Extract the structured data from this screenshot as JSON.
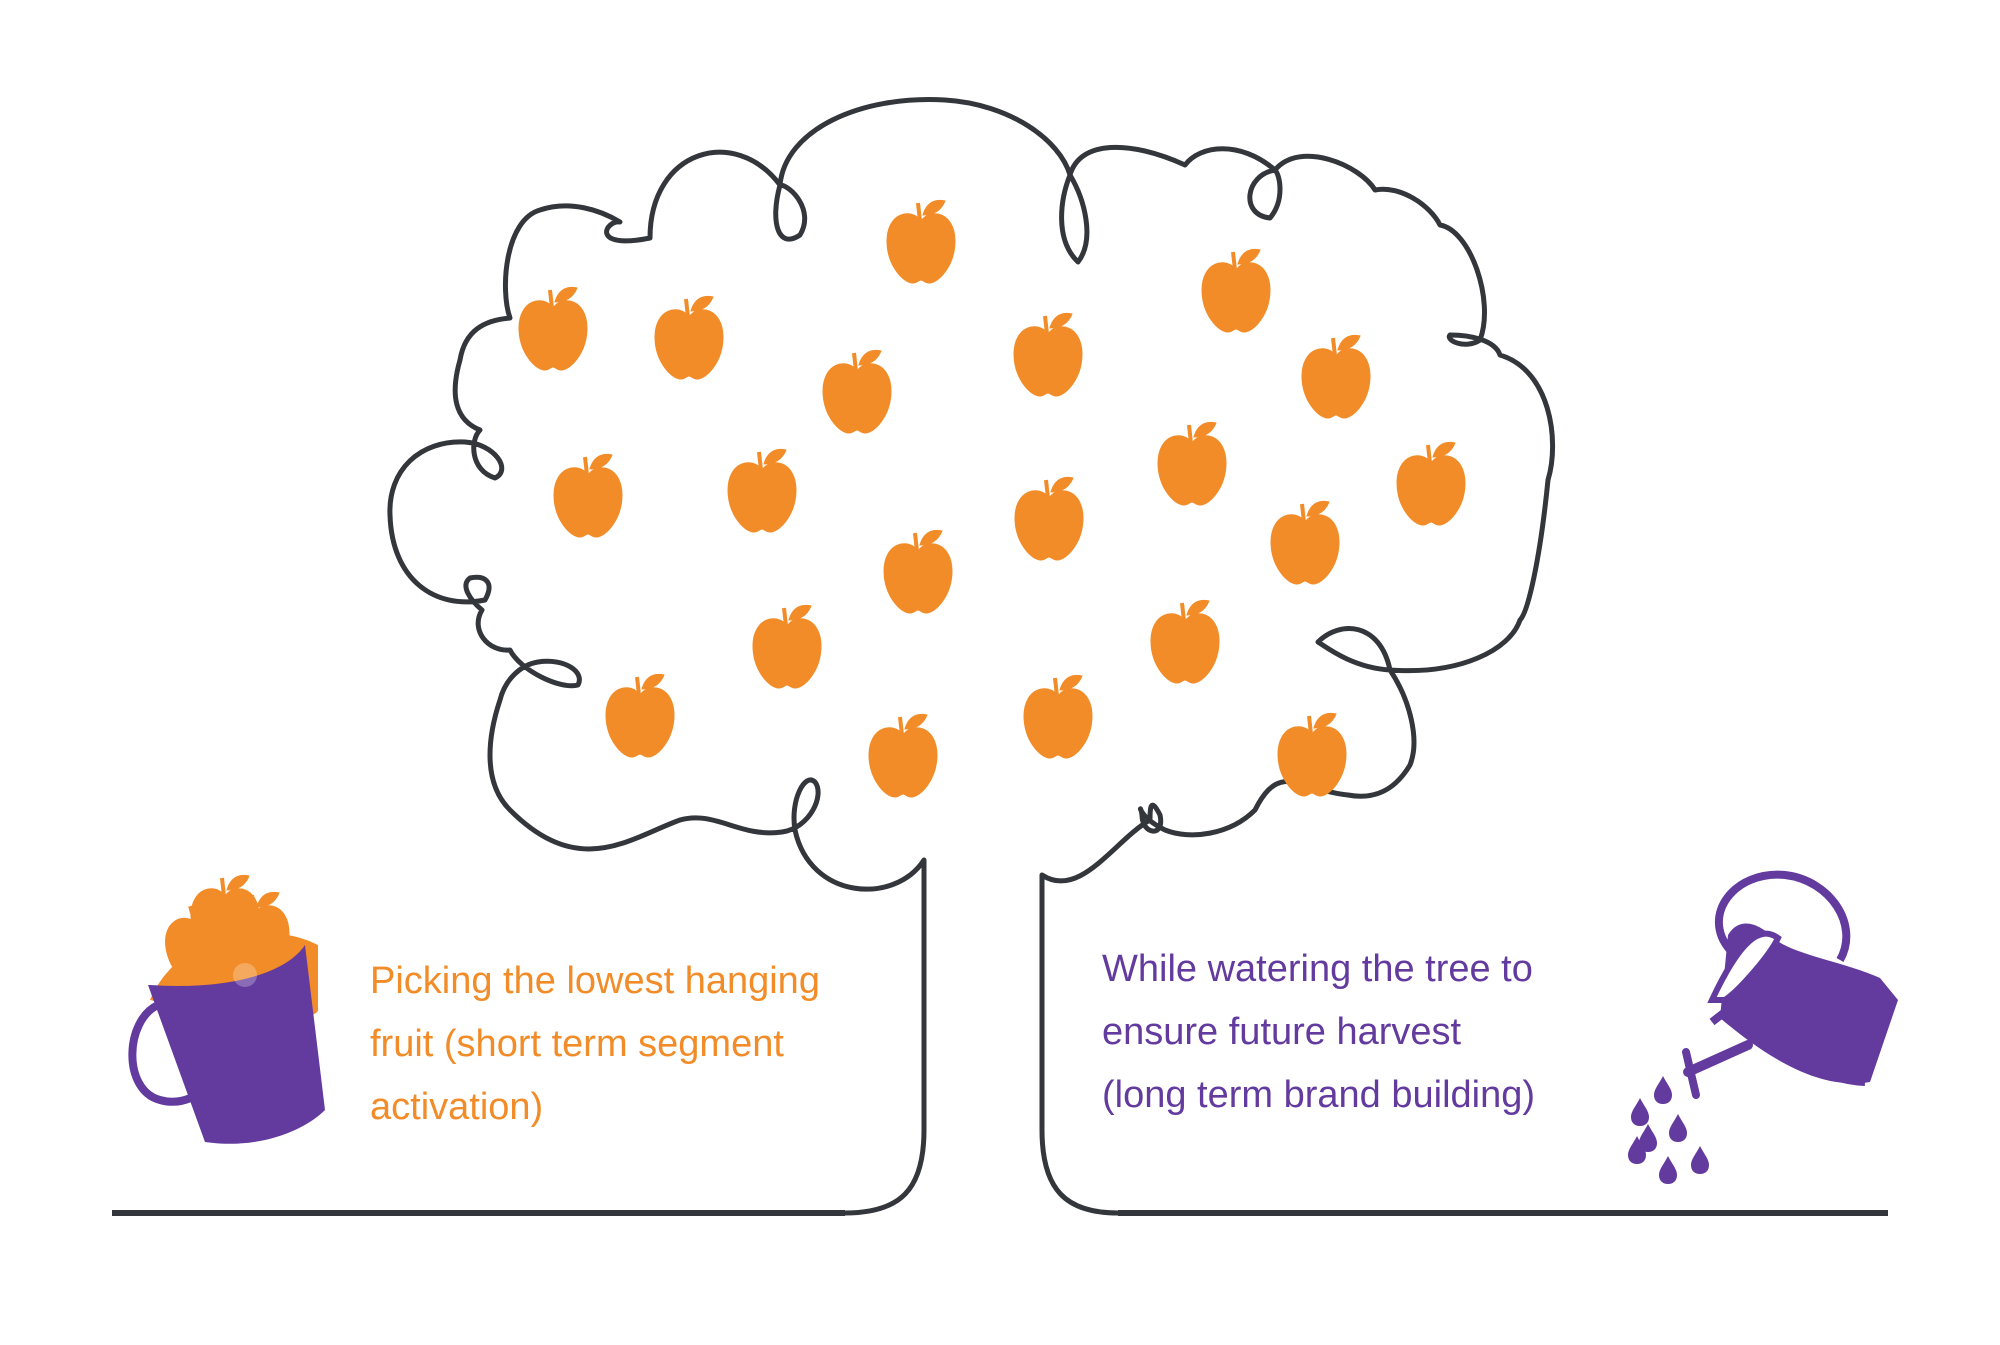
{
  "colors": {
    "line": "#33363b",
    "fruit": "#f28c28",
    "accent": "#633a9e"
  },
  "icons": [
    "tree-outline",
    "apple-icon",
    "fruit-bucket-icon",
    "watering-can-icon"
  ],
  "left_caption": {
    "lines": [
      "Picking the lowest hanging",
      "fruit (short term segment",
      "activation)"
    ]
  },
  "right_caption": {
    "lines": [
      "While watering the tree to",
      "ensure future harvest",
      "(long term brand building)"
    ]
  }
}
